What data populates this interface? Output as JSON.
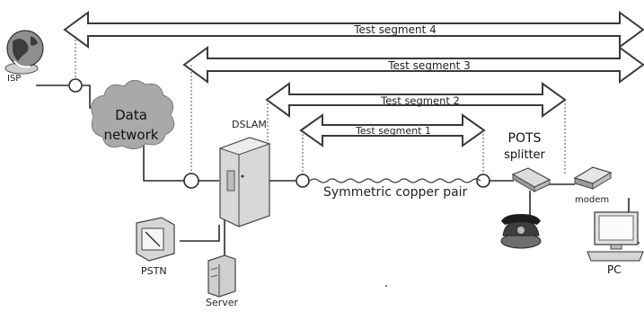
{
  "segments": {
    "seg4": "Test segment 4",
    "seg3": "Test segment 3",
    "seg2": "Test segment 2",
    "seg1": "Test segment 1"
  },
  "nodes": {
    "isp": "ISP",
    "data_network_line1": "Data",
    "data_network_line2": "network",
    "dslam": "DSLAM",
    "pots_line1": "POTS",
    "pots_line2": "splitter",
    "copper": "Symmetric copper pair",
    "modem": "modem",
    "pstn": "PSTN",
    "server": "Server",
    "pc": "PC"
  },
  "colors": {
    "arrow_fill": "#ffffff",
    "arrow_stroke": "#3a3a3a",
    "cloud": "#a9a9a9",
    "line": "#2a2a2a",
    "device": "#d8d8d8"
  }
}
